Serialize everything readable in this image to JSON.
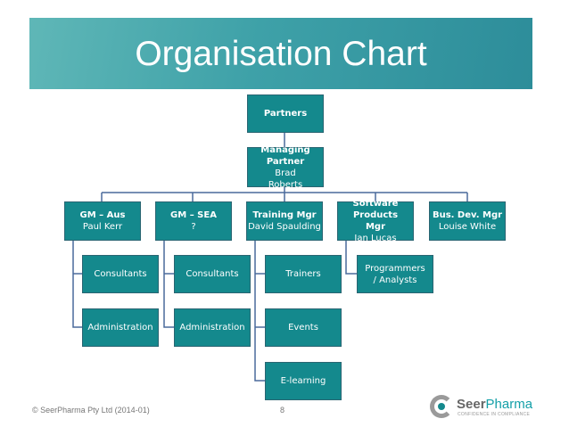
{
  "title": "Organisation Chart",
  "colors": {
    "box": "#14898d",
    "connector": "#4a6a9c",
    "banner": "#3ea1a8"
  },
  "org": {
    "partners": {
      "title": "Partners"
    },
    "managing": {
      "title": "Managing Partner",
      "name": "Brad Roberts"
    },
    "managers": [
      {
        "title": "GM – Aus",
        "name": "Paul Kerr"
      },
      {
        "title": "GM – SEA",
        "name": "?"
      },
      {
        "title": "Training Mgr",
        "name": "David Spaulding"
      },
      {
        "title": "Software Products Mgr",
        "name": "Ian Lucas"
      },
      {
        "title": "Bus. Dev. Mgr",
        "name": "Louise White"
      }
    ],
    "aus_units": [
      "Consultants",
      "Administration"
    ],
    "sea_units": [
      "Consultants",
      "Administration"
    ],
    "training_units": [
      "Trainers",
      "Events",
      "E-learning"
    ],
    "software_units": [
      "Programmers / Analysts"
    ]
  },
  "footer": {
    "copyright": "© SeerPharma Pty Ltd (2014-01)",
    "page": "8",
    "logo_name_a": "Seer",
    "logo_name_b": "Pharma",
    "logo_tagline": "CONFIDENCE IN COMPLIANCE"
  }
}
